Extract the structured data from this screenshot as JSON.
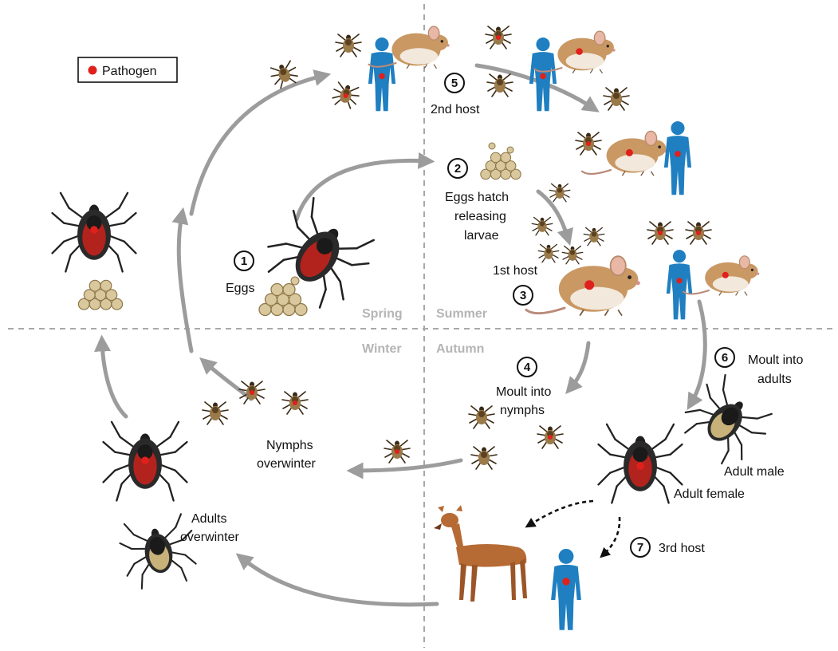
{
  "legend": {
    "label": "Pathogen"
  },
  "seasons": {
    "spring": "Spring",
    "summer": "Summer",
    "winter": "Winter",
    "autumn": "Autumn"
  },
  "steps": [
    {
      "number": "1",
      "lines": [
        "Eggs"
      ]
    },
    {
      "number": "2",
      "lines": [
        "Eggs hatch",
        "releasing",
        "larvae"
      ]
    },
    {
      "number": "3",
      "lines": [
        "1st host"
      ]
    },
    {
      "number": "4",
      "lines": [
        "Moult into",
        "nymphs"
      ]
    },
    {
      "number": "5",
      "lines": [
        "2nd host"
      ]
    },
    {
      "number": "6",
      "lines": [
        "Moult into",
        "adults"
      ]
    },
    {
      "number": "7",
      "lines": [
        "3rd host"
      ]
    }
  ],
  "labels": {
    "nymphs_overwinter": [
      "Nymphs",
      "overwinter"
    ],
    "adults_overwinter": [
      "Adults",
      "overwinter"
    ],
    "adult_male": "Adult male",
    "adult_female": "Adult female"
  },
  "colors": {
    "pathogen": "#e0201c",
    "tick_body_red": "#b3231d",
    "tick_dark": "#2a2a2a",
    "nymph_body": "#9b7a4a",
    "egg": "#d9c89d",
    "human": "#1f7fc1",
    "mouse": "#c99863",
    "deer": "#b66a34",
    "arrow": "#9c9c9c",
    "season_text": "#b5b5b5"
  },
  "icons": [
    "tick-icon",
    "nymph-icon",
    "larva-icon",
    "egg-cluster-icon",
    "mouse-icon",
    "human-icon",
    "deer-icon",
    "pathogen-dot-icon"
  ]
}
